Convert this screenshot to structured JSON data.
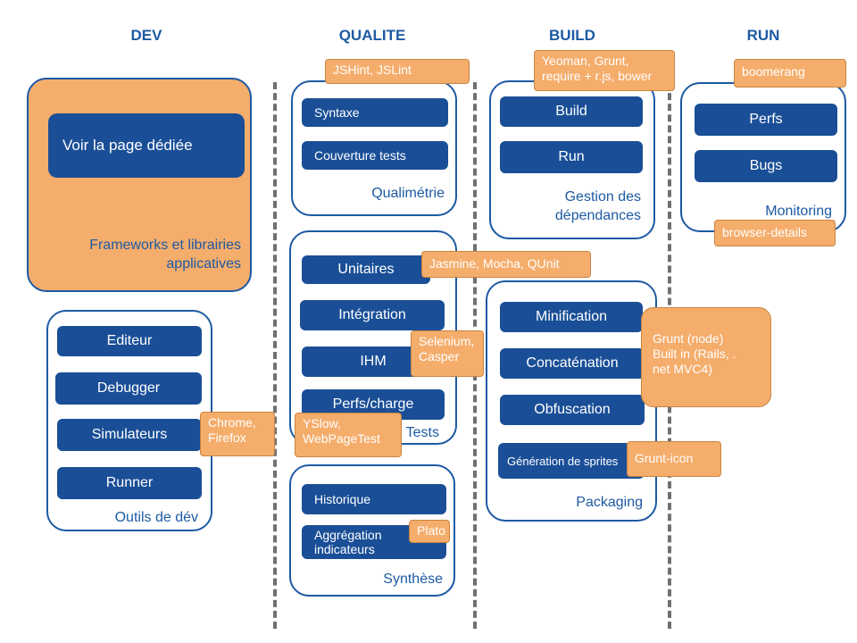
{
  "columns": {
    "dev": "DEV",
    "qualite": "QUALITE",
    "build": "BUILD",
    "run": "RUN"
  },
  "dev": {
    "frameworks": {
      "button": "Voir la page dédiée",
      "label_line1": "Frameworks et librairies",
      "label_line2": "applicatives"
    },
    "outils": {
      "items": [
        "Editeur",
        "Debugger",
        "Simulateurs",
        "Runner"
      ],
      "label": "Outils de dév",
      "tag_line1": "Chrome,",
      "tag_line2": "Firefox"
    }
  },
  "qualite": {
    "qualimetrie": {
      "tag": "JSHint, JSLint",
      "items": [
        "Syntaxe",
        "Couverture tests"
      ],
      "label": "Qualimétrie"
    },
    "tests": {
      "items": [
        "Unitaires",
        "Intégration",
        "IHM",
        "Perfs/charge"
      ],
      "label": "Tests",
      "tag_unit": "Jasmine, Mocha, QUnit",
      "tag_ihm_line1": "Selenium,",
      "tag_ihm_line2": "Casper",
      "tag_perf_line1": "YSlow,",
      "tag_perf_line2": "WebPageTest"
    },
    "synthese": {
      "item1": "Historique",
      "item2_line1": "Aggrégation",
      "item2_line2": "indicateurs",
      "tag": "Plato",
      "label": "Synthèse"
    }
  },
  "build": {
    "deps": {
      "tag_line1": "Yeoman, Grunt,",
      "tag_line2": "require + r.js, bower",
      "items": [
        "Build",
        "Run"
      ],
      "label_line1": "Gestion des",
      "label_line2": "dépendances"
    },
    "packaging": {
      "items": [
        "Minification",
        "Concaténation",
        "Obfuscation",
        "Génération de sprites"
      ],
      "label": "Packaging",
      "tag_grunt_line1": "Grunt (node)",
      "tag_grunt_line2": "Built in (Rails, .",
      "tag_grunt_line3": "net MVC4)",
      "tag_icon": "Grunt-icon"
    }
  },
  "run": {
    "monitoring": {
      "tag": "boomerang",
      "items": [
        "Perfs",
        "Bugs"
      ],
      "label": "Monitoring",
      "tag_bottom": "browser-details"
    }
  }
}
